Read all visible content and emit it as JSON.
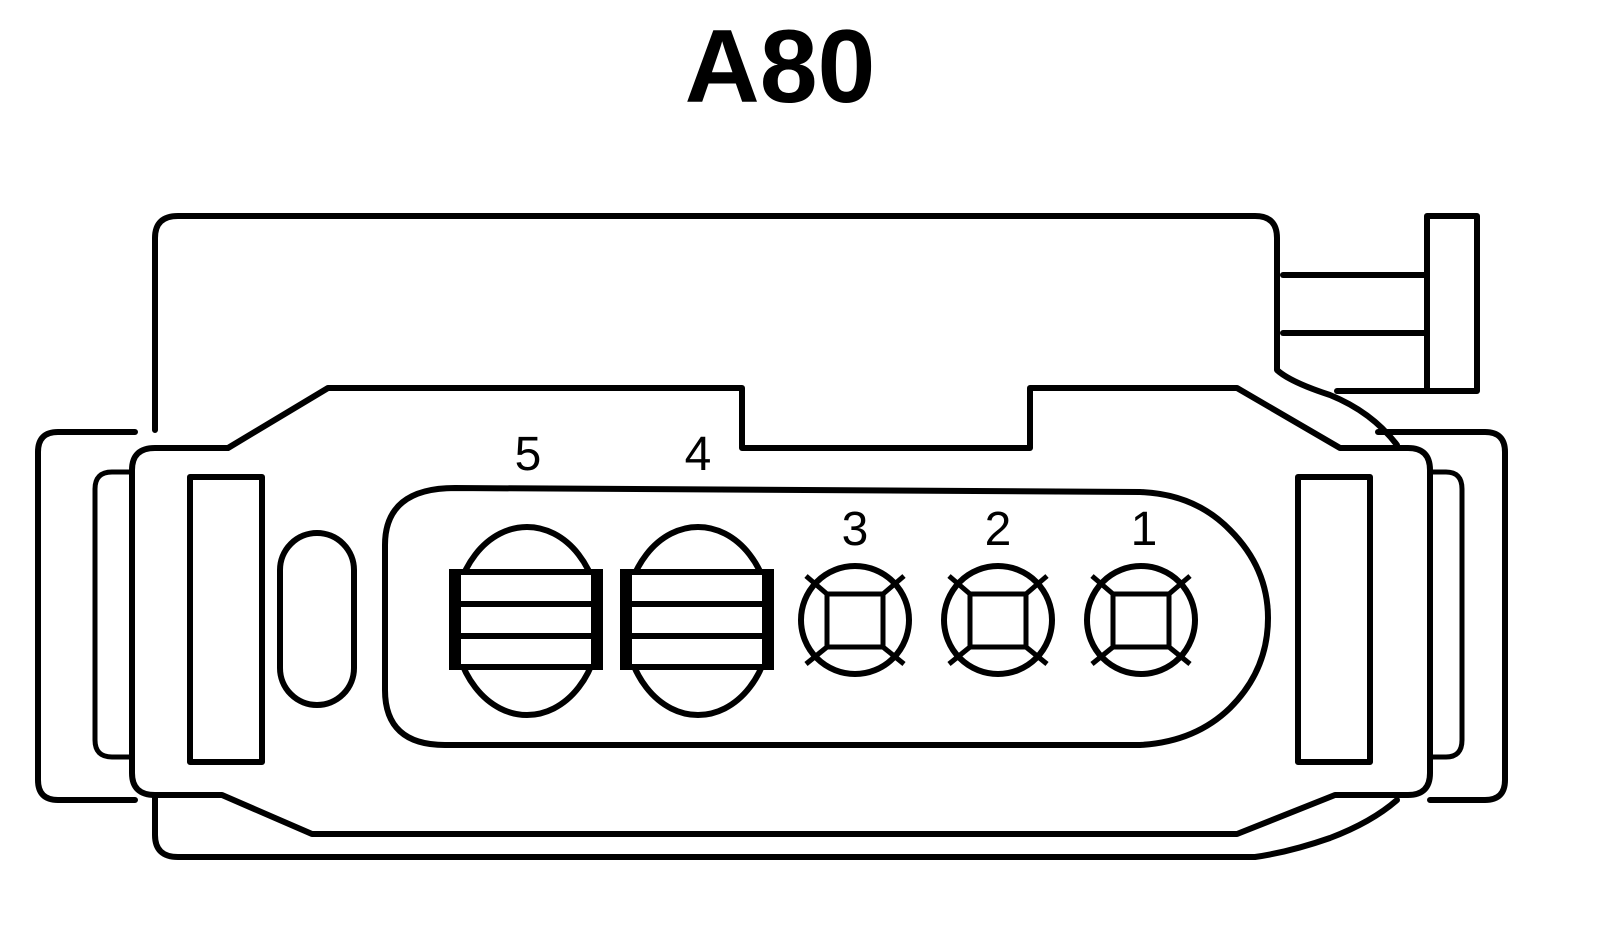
{
  "connector": {
    "title": "A80",
    "pins": [
      {
        "number": "5",
        "type": "large-terminal"
      },
      {
        "number": "4",
        "type": "large-terminal"
      },
      {
        "number": "3",
        "type": "small-terminal"
      },
      {
        "number": "2",
        "type": "small-terminal"
      },
      {
        "number": "1",
        "type": "small-terminal"
      }
    ]
  },
  "colors": {
    "line": "#000000",
    "background": "#ffffff"
  }
}
